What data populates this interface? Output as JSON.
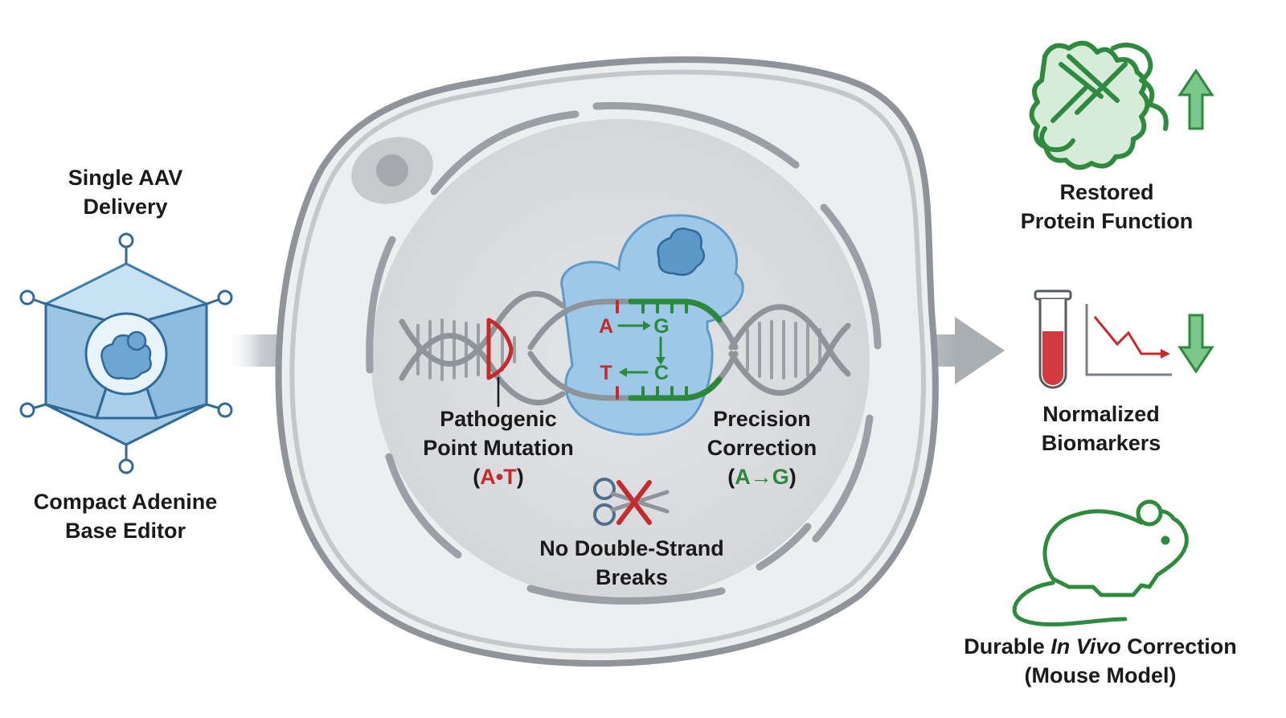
{
  "delivery": {
    "title_line1": "Single AAV",
    "title_line2": "Delivery",
    "editor_line1": "Compact Adenine",
    "editor_line2": "Base Editor"
  },
  "nucleus": {
    "mutation_line1": "Pathogenic",
    "mutation_line2": "Point Mutation",
    "mutation_pair_open": "(",
    "mutation_pair": "A•T",
    "mutation_pair_close": ")",
    "correction_line1": "Precision",
    "correction_line2": "Correction",
    "correction_open": "(",
    "correction_change": "A→G",
    "correction_close": ")",
    "no_dsb_line1": "No Double-Strand",
    "no_dsb_line2": "Breaks",
    "base_top_from": "A",
    "base_top_to": "G",
    "base_bottom_from": "T",
    "base_bottom_to": "C"
  },
  "outcomes": {
    "protein_line1": "Restored",
    "protein_line2": "Protein Function",
    "biomarker_line1": "Normalized",
    "biomarker_line2": "Biomarkers",
    "mouse_pre": "Durable ",
    "mouse_italic": "In Vivo",
    "mouse_post": " Correction",
    "mouse_line2": "(Mouse Model)"
  },
  "icons": [
    "aav-capsid-icon",
    "base-editor-icon",
    "flow-arrow-icon",
    "cell-icon",
    "nucleus-icon",
    "dna-helix-icon",
    "crossed-scissors-icon",
    "protein-structure-icon",
    "up-arrow-icon",
    "test-tube-icon",
    "decreasing-graph-icon",
    "down-arrow-icon",
    "mouse-icon"
  ],
  "colors": {
    "mutation_red": "#c62b2b",
    "correction_green": "#2a8a3a",
    "aav_blue": "#3f7fb0",
    "membrane_gray": "#9aa0a6"
  }
}
